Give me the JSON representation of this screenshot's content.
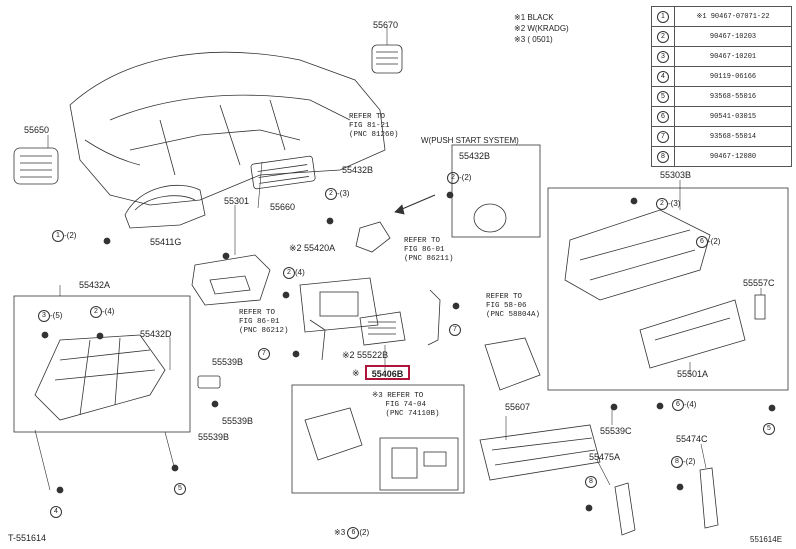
{
  "labels": {
    "p55670": "55670",
    "p55650": "55650",
    "p55411g": "55411G",
    "p55301": "55301",
    "p55660": "55660",
    "p55432b_a": "55432B",
    "p55432b_b": "55432B",
    "p55420a": "※2 55420A",
    "p55432a": "55432A",
    "p55432d": "55432D",
    "p55539b_1": "55539B",
    "p55539b_2": "55539B",
    "p55539b_3": "55539B",
    "p55522b": "※2 55522B",
    "p55406b": "55406B",
    "p55406b_mark": "※",
    "p55607": "55607",
    "p55303b": "55303B",
    "p55557c": "55557C",
    "p55501a": "55501A",
    "p55539c": "55539C",
    "p55474c": "55474C",
    "p55475a": "55475A"
  },
  "refs": {
    "r1": "REFER TO\nFIG 81-21\n(PNC 81260)",
    "r2": "REFER TO\nFIG 86-01\n(PNC 86211)",
    "r3": "REFER TO\nFIG 86-01\n(PNC 86212)",
    "r4": "REFER TO\nFIG 58-06\n(PNC 58804A)",
    "r5": "※3 REFER TO\n   FIG 74-04\n   (PNC 74110B)",
    "push": "W(PUSH START SYSTEM)"
  },
  "callouts": {
    "c1": "-(2)",
    "c2": "-(3)",
    "c3": "-(2)",
    "c4": "-(5)",
    "c5": "-(4)",
    "c6": "-(2)",
    "c7": "(4)",
    "c8": "-(4)",
    "c9": "-(2)",
    "c10": "-(2)",
    "c11": "※3"
  },
  "legend": [
    "※1 BLACK",
    "※2 W(KRADG)",
    "※3 (       0501)"
  ],
  "parts_table": [
    {
      "n": "1",
      "p": "※1 90467-07071-22"
    },
    {
      "n": "2",
      "p": "90467-10203"
    },
    {
      "n": "3",
      "p": "90467-10201"
    },
    {
      "n": "4",
      "p": "90119-06166"
    },
    {
      "n": "5",
      "p": "93568-55016"
    },
    {
      "n": "6",
      "p": "90541-03015"
    },
    {
      "n": "7",
      "p": "93568-55014"
    },
    {
      "n": "8",
      "p": "90467-12080"
    }
  ],
  "footer": {
    "left": "T-551614",
    "right": "551614E"
  }
}
